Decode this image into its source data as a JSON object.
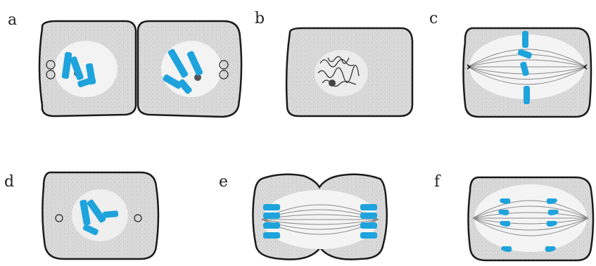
{
  "figure": {
    "panels": [
      {
        "id": "a",
        "label": "a"
      },
      {
        "id": "b",
        "label": "b"
      },
      {
        "id": "c",
        "label": "c"
      },
      {
        "id": "d",
        "label": "d"
      },
      {
        "id": "e",
        "label": "e"
      },
      {
        "id": "f",
        "label": "f"
      }
    ],
    "colors": {
      "cell_fill": "#d9d9d9",
      "cell_outline": "#1a1a1a",
      "chromosome": "#1ea3dc",
      "spindle": "#8a8a8a",
      "spindle_clear_zone": "#f4f4f4"
    }
  }
}
